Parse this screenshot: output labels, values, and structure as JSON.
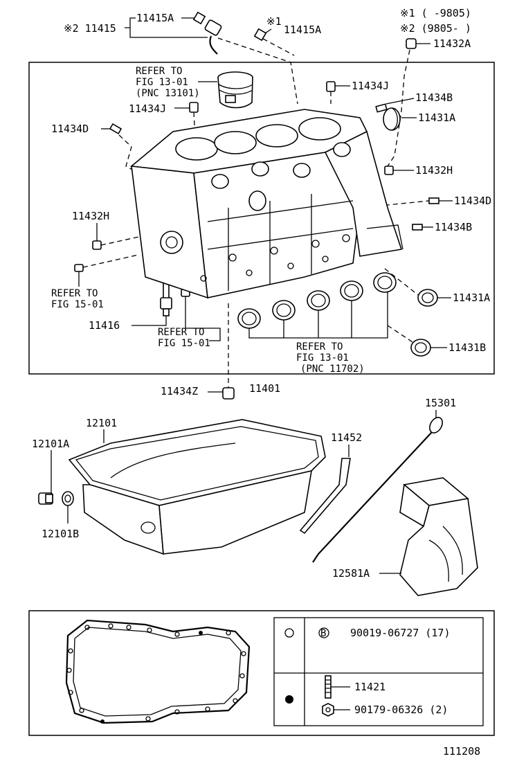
{
  "diagram_number": "111208",
  "legend": {
    "note1": "※1 (      -9805)",
    "note2": "※2 (9805-       )"
  },
  "parts": {
    "p11415_prefix": "※2 11415",
    "p11415A_a": "11415A",
    "p11415A_b_mark": "※1",
    "p11415A_b": "11415A",
    "p11432A": "11432A",
    "refer_piston_1": "REFER TO",
    "refer_piston_2": "FIG 13-01",
    "refer_piston_3": "(PNC 13101)",
    "p11434J_a": "11434J",
    "p11434J_b": "11434J",
    "p11434B_a": "11434B",
    "p11431A_a": "11431A",
    "p11434D_a": "11434D",
    "p11432H_a": "11432H",
    "p11434D_b": "11434D",
    "p11432H_b": "11432H",
    "p11434B_b": "11434B",
    "refer_151_1": "REFER TO",
    "refer_151_2": "FIG 15-01",
    "p11431A_b": "11431A",
    "p11416": "11416",
    "refer_152_1": "REFER TO",
    "refer_152_2": "FIG 15-01",
    "refer_bearing_1": "REFER TO",
    "refer_bearing_2": "FIG 13-01",
    "refer_bearing_3": "(PNC 11702)",
    "p11431B": "11431B",
    "p11434Z": "11434Z",
    "p11401": "11401",
    "p15301": "15301",
    "p12101": "12101",
    "p11452": "11452",
    "p12101A": "12101A",
    "p12101B": "12101B",
    "p12581A": "12581A"
  },
  "bottom_table": {
    "row1_label": "90019-06727 (17)",
    "row1_mark": "B",
    "row2_label_a": "11421",
    "row2_label_b": "90179-06326 (2)"
  }
}
